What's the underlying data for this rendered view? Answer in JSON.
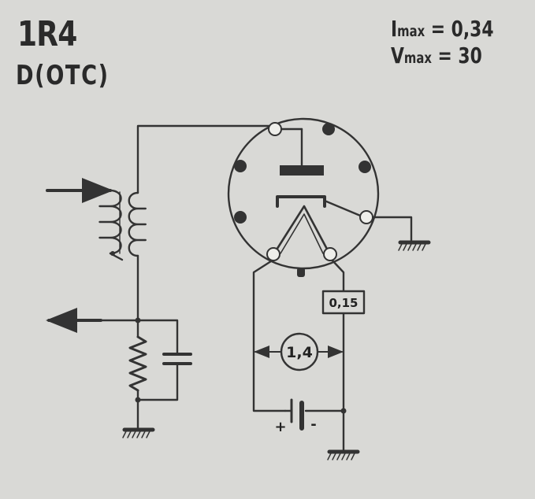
{
  "header": {
    "tube_type": "1R4",
    "function": "D(OTC)"
  },
  "specs": {
    "imax": {
      "symbol": "I",
      "subscript": "max",
      "equals": " = ",
      "value": "0,34"
    },
    "vmax": {
      "symbol": "V",
      "subscript": "max",
      "equals": " = ",
      "value": "30"
    }
  },
  "schematic": {
    "filament_resistor_label": "0,15",
    "voltage_meter_label": "1,4",
    "battery_plus": "+",
    "battery_minus": "-"
  }
}
